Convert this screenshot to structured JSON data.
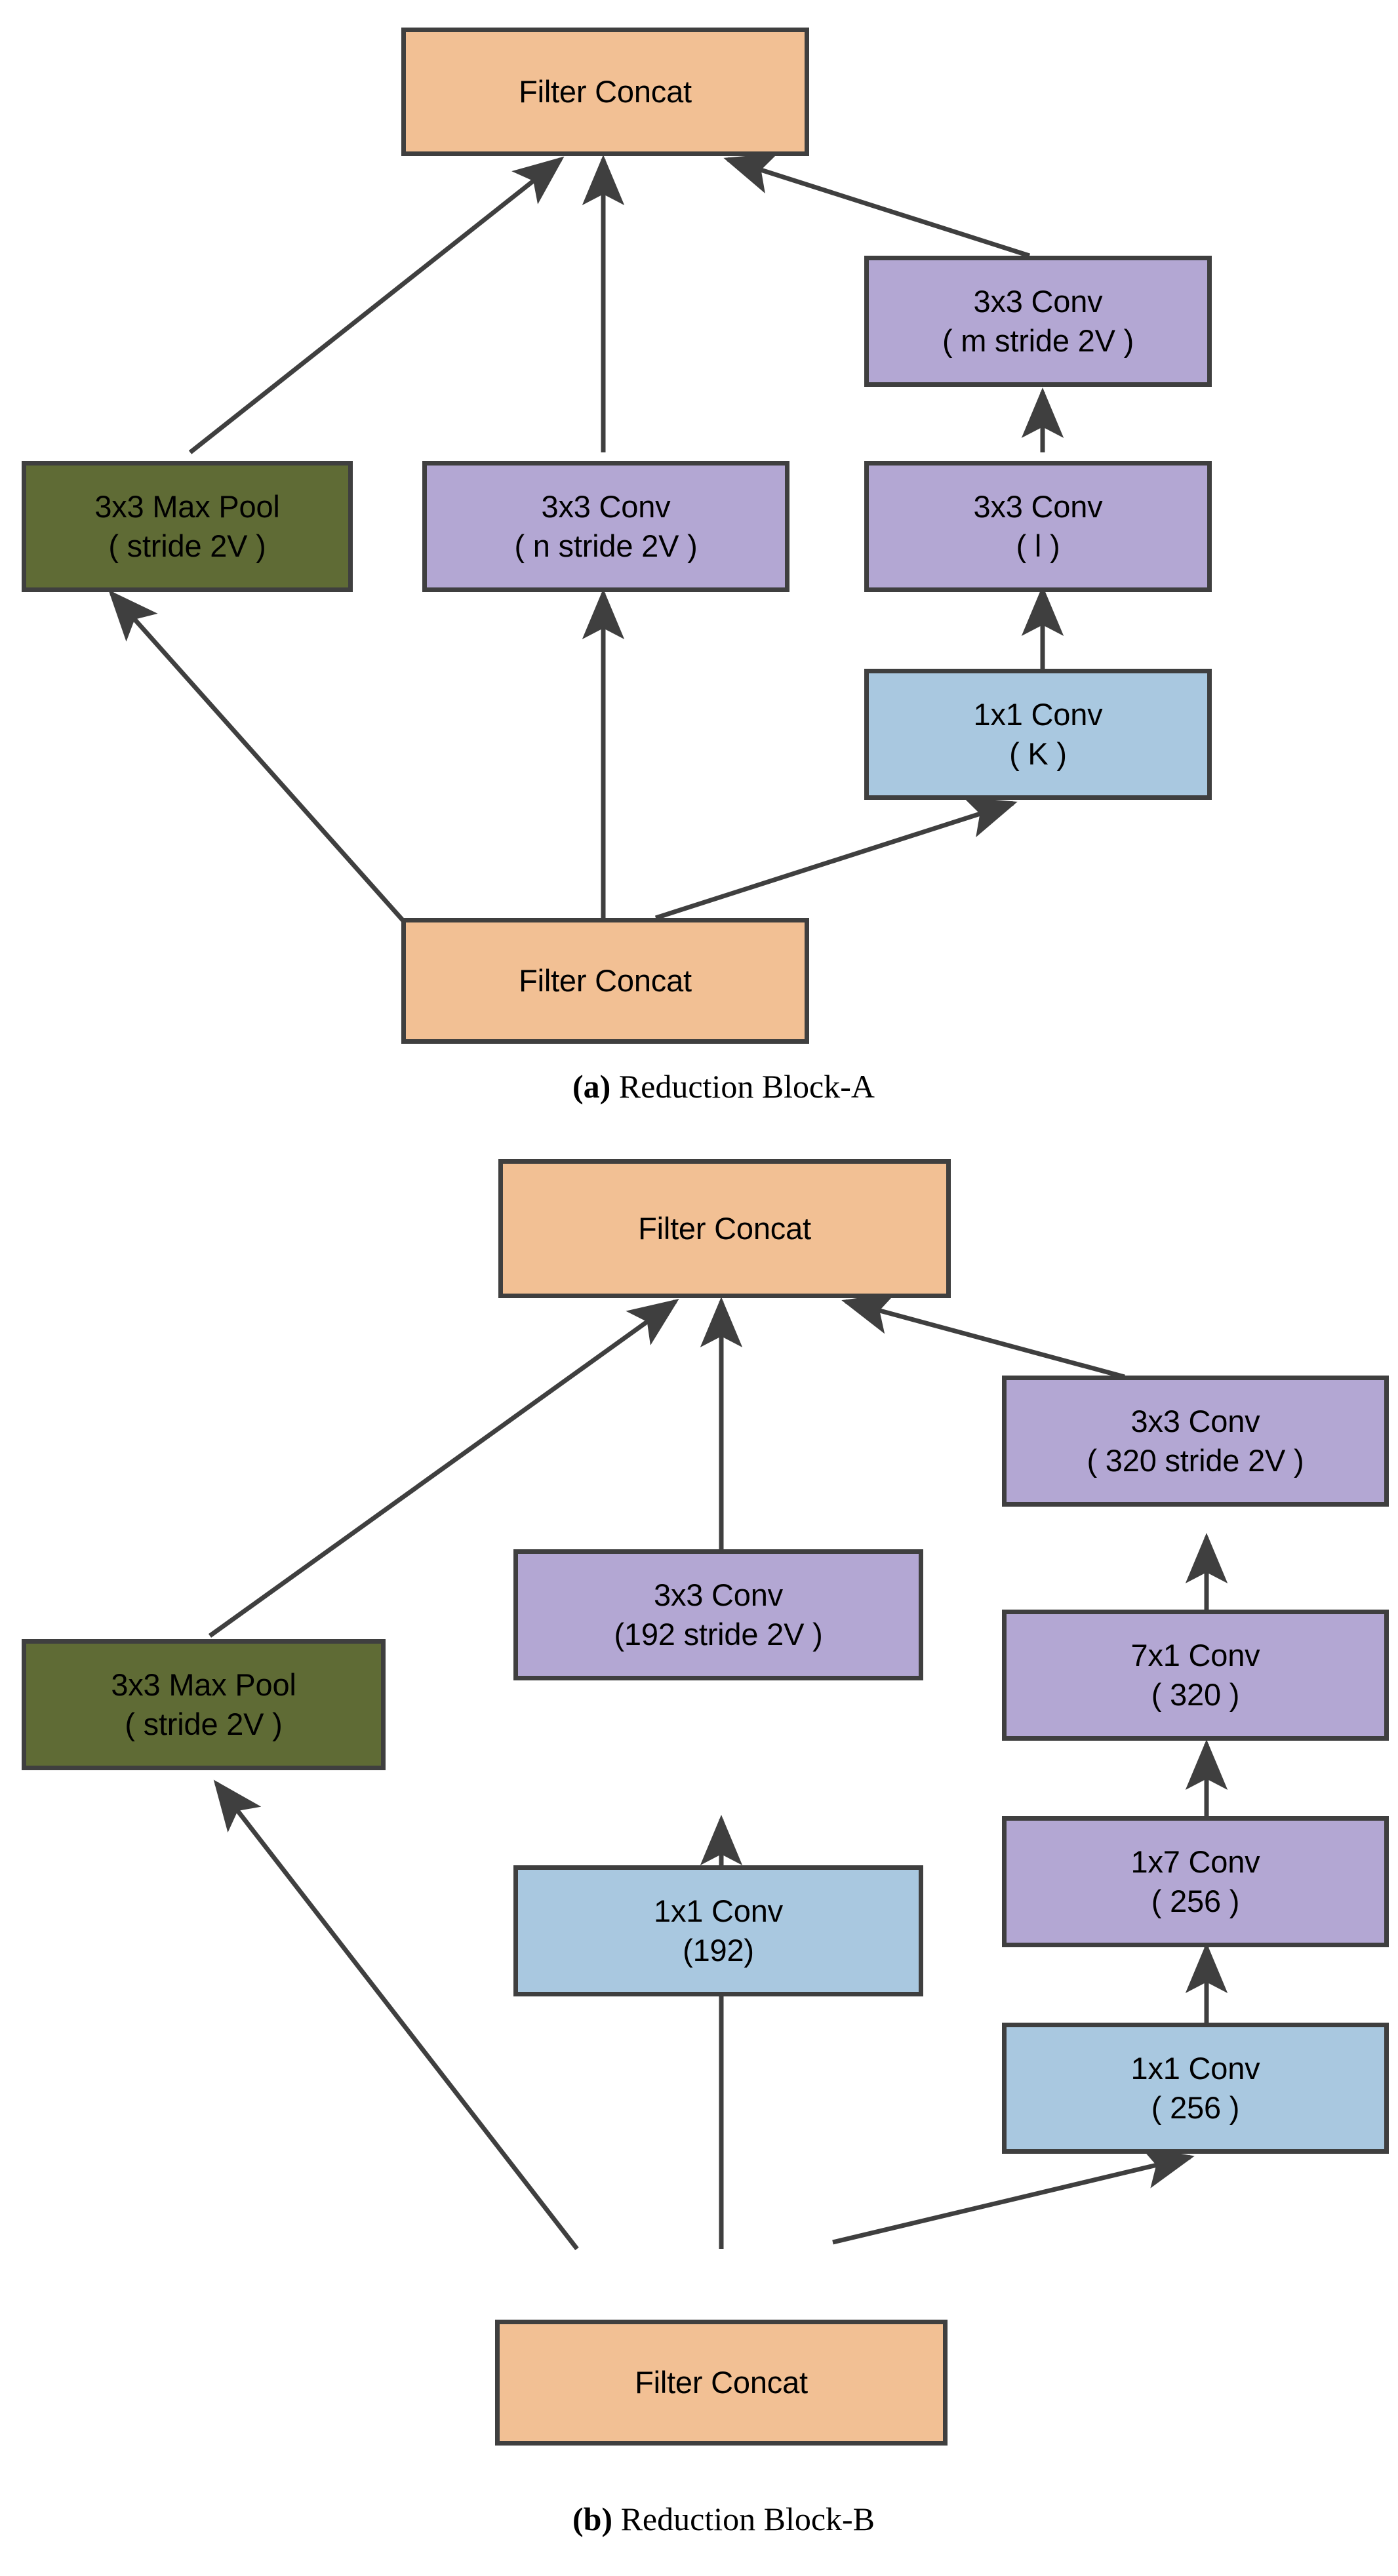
{
  "figure": {
    "colors": {
      "concat": "#F2C094",
      "conv": "#B3A7D3",
      "conv1x1": "#A9C8E0",
      "pool": "#5F6B35",
      "stroke": "#3F3F3F",
      "background": "#FFFFFF",
      "text": "#000000"
    }
  },
  "panel_a": {
    "caption_tag": "(a)",
    "caption_text": " Reduction Block-A",
    "nodes": {
      "top_concat": {
        "line1": "Filter Concat",
        "line2": ""
      },
      "max_pool": {
        "line1": "3x3 Max Pool",
        "line2": "( stride 2V )"
      },
      "conv_n": {
        "line1": "3x3 Conv",
        "line2": "( n stride 2V )"
      },
      "conv_m": {
        "line1": "3x3 Conv",
        "line2": "( m stride 2V )"
      },
      "conv_l": {
        "line1": "3x3 Conv",
        "line2": "( l )"
      },
      "conv_k": {
        "line1": "1x1 Conv",
        "line2": "( K )"
      },
      "bottom_concat": {
        "line1": "Filter Concat",
        "line2": ""
      }
    }
  },
  "panel_b": {
    "caption_tag": "(b)",
    "caption_text": " Reduction Block-B",
    "nodes": {
      "top_concat": {
        "line1": "Filter Concat",
        "line2": ""
      },
      "max_pool": {
        "line1": "3x3 Max Pool",
        "line2": "( stride 2V )"
      },
      "conv_3x3_192": {
        "line1": "3x3 Conv",
        "line2": "(192 stride 2V )"
      },
      "conv_1x1_192": {
        "line1": "1x1 Conv",
        "line2": "(192)"
      },
      "conv_3x3_320": {
        "line1": "3x3 Conv",
        "line2": "( 320 stride 2V )"
      },
      "conv_7x1_320": {
        "line1": "7x1 Conv",
        "line2": "( 320 )"
      },
      "conv_1x7_256": {
        "line1": "1x7 Conv",
        "line2": "( 256 )"
      },
      "conv_1x1_256": {
        "line1": "1x1 Conv",
        "line2": "( 256 )"
      },
      "bottom_concat": {
        "line1": "Filter Concat",
        "line2": ""
      }
    }
  }
}
